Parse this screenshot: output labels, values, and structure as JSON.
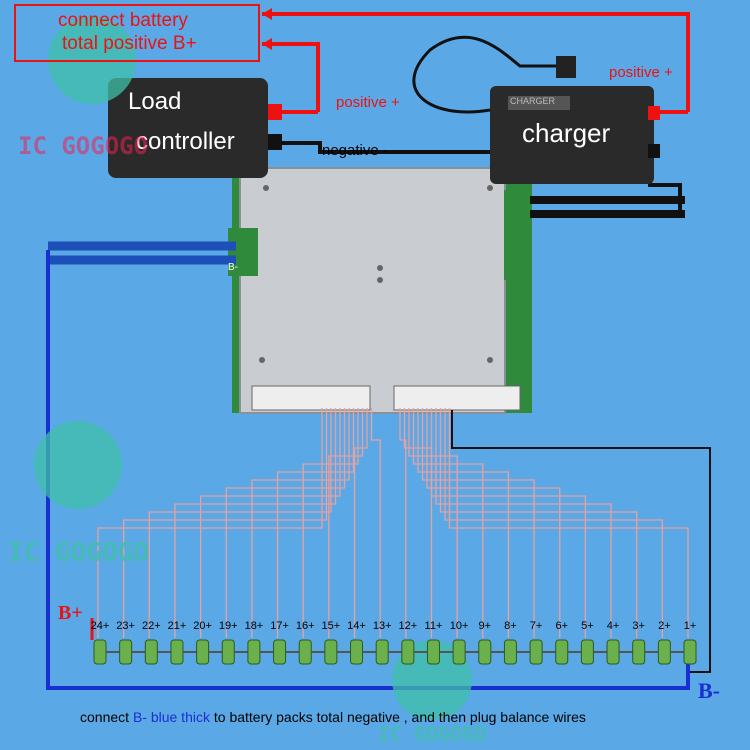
{
  "top_note": {
    "line1": "connect battery",
    "line2": "total positive B+"
  },
  "load_controller": {
    "line1": "Load",
    "line2": "controller"
  },
  "charger": {
    "label": "charger",
    "brand_tag": "CHARGER"
  },
  "labels": {
    "positive_left": "positive +",
    "positive_right": "positive +",
    "negative": "negative -",
    "b_plus": "B+",
    "b_minus": "B-",
    "board_b_minus": "B-"
  },
  "bottom_note": {
    "prefix": "connect ",
    "highlight": "B- blue thick",
    "suffix": " to battery packs total negative , and then plug balance wires"
  },
  "watermark": {
    "text": "IC GOGOGO"
  },
  "cells": [
    "24+",
    "23+",
    "22+",
    "21+",
    "20+",
    "19+",
    "18+",
    "17+",
    "16+",
    "15+",
    "14+",
    "13+",
    "12+",
    "11+",
    "10+",
    "9+",
    "8+",
    "7+",
    "6+",
    "5+",
    "4+",
    "3+",
    "2+",
    "1+"
  ],
  "colors": {
    "background": "#5aa9e6",
    "positive_wire": "#e11111",
    "negative_wire": "#1a2fd1",
    "balance_wire": "#e8a0a0"
  }
}
